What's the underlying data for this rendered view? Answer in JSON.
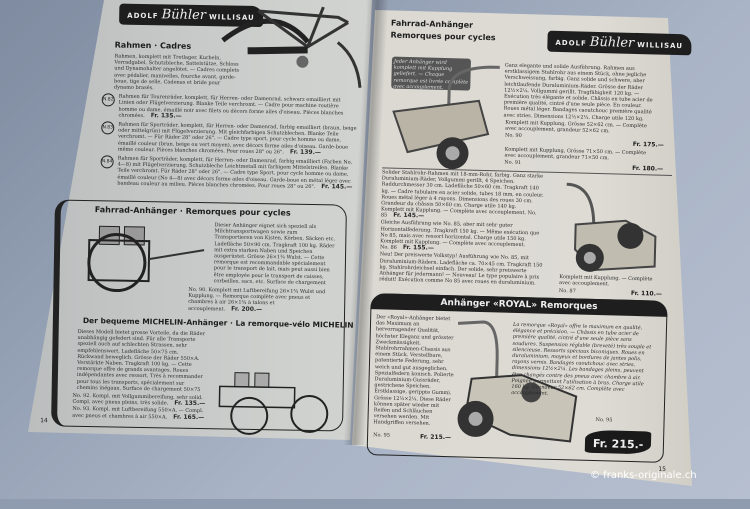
{
  "left_page": {
    "logo": {
      "pre": "ADOLF",
      "brand": "Bühler",
      "post": "WILLISAU"
    },
    "frames_section": {
      "title": "Rahmen · Cadres",
      "intro": "Rahmen, komplett mit Tretlager, Kurbeln, Vorradgabel, Schutzbleche, Sattelstütze, Schloss und Dynamohalter angelötet. — Cadres complets avec pédalier, manivelles, fourche avant, garde-boue, tige de selle, Cadenas et bride pour dynamo brasés.",
      "items": [
        {
          "no": "N.82",
          "text": "Rahmen für Tourenräder, komplett, für Herren- oder Damenrad, schwarz emailliert mit Linien oder Flügelverzierung. Blanke Teile verchromt. — Cadre pour machine routière homme ou dame, émaillé noir avec filets ou décors forme ailes d'oiseau. Pièces blanches chromées.",
          "price": "Fr. 135.—"
        },
        {
          "no": "N.83",
          "text": "Rahmen für Sporträder, komplett, für Herren- oder Damenrad, farbig emailliert (braun, beige oder mittelgrün) mit Flügelverzierung. Mit gleichfarbigen Schutzblechen. Blanke Teile verchromt. — Für Räder 28\" oder 26\". — Cadre type sport, pour cycle homme ou dame, émaillé couleur (brun, beige ou vert moyen), avec décors forme ailes d'oiseau. Garde-boue même couleur. Pièces blanches chromées. Pour roues 28\" ou 26\".",
          "price": "Fr. 139.—"
        },
        {
          "no": "N.84",
          "text": "Rahmen für Sporträder, komplett, für Herren- oder Damenrad, farbig emailliert (Farben No. 4—8) mit Flügelverzierung. Schutzbleche Leichtmetall mit farbigem Mittelstreifen. Blanke Teile verchromt. Für Räder 28\" oder 26\". — Cadre type Sport, pour cycle homme ou dame, émaillé couleur (No 4—8) avec décors forme ailes d'oiseau. Garde-boue en métal léger avec bandeau couleur au milieu. Pièces blanches chromées. Pour roues 28\" ou 26\".",
          "price": "Fr. 145.—"
        }
      ]
    },
    "trailer_box": {
      "title": "Fahrrad-Anhänger · Remorques pour cycles",
      "text": "Dieser Anhänger eignet sich speziell als Milchtransportwagen sowie zum Transportieren von Kisten, Körben, Säcken etc. Ladefläche 50×90 cm. Tragkraft 100 kg. Räder mit extra starken Naben und Speichen ausgerüstet. Grösse 26×1¾ Wulst. — Cette remorque est recommandable spécialement pour le transport de lait, mais peut aussi bien être employée pour le transport de caisses, corbeilles, sacs, etc. Surface de chargement 50×90 cm. Charge utile 100 kg. Moyeux renforcés. Rayons 2 mm. Grandeur des roues 26×1¾ à talons.",
      "order": "No. 90. Komplett mit Luftbereifung 26×1¾ Wulst und Kupplung. — Remorque complète avec pneus et chambres à air 26×1¾ à talons et accouplement.",
      "price": "Fr. 200.—"
    },
    "michelin_box": {
      "title_de": "Der bequeme MICHELIN-Anhänger",
      "title_fr": "La remorque-vélo MICHELIN",
      "text": "Dieses Modell bietet grosse Vorteile, da die Räder unabhängig gefedert sind. Für alle Transporte speziell auch auf schlechten Strassen, sehr empfehlenswert. Ladefläche 50×75 cm. Rückwand beweglich. Grösse der Räder 550×A. Verstärkte Naben. Tragkraft 100 kg. — Cette remorque offre de grands avantages. Roues indépendantes avec ressort. Très à recommander pour tous les transports, spécialement sur chemins inégaux. Surface de chargement 50×75 cm. Panneau arrière amovible et réglable. Roues, grandeur 550×A. Moyeux renforcés. Charge utile 100 kg.",
      "items": [
        {
          "text": "No. 92. Kompl. mit Vollgummibereifung, sehr solid. Compl. avec pneus pleins, très solide.",
          "price": "Fr. 135.—"
        },
        {
          "text": "No. 93. Kompl. mit Luftbereifung 550×A. — Compl. avec pneus et chambres à air 550×A.",
          "price": "Fr. 165.—"
        }
      ]
    },
    "page_number": "14"
  },
  "right_page": {
    "title_de": "Fahrrad-Anhänger",
    "title_fr": "Remorques pour cycles",
    "logo": {
      "pre": "ADOLF",
      "brand": "Bühler",
      "post": "WILLISAU"
    },
    "note": "Jeder Anhänger wird komplett mit Kupplung geliefert. — Chaque remorque est livrée complète avec accouplement.",
    "model_top": {
      "text": "Ganz elegante und solide Ausführung. Rahmen aus erstklassigem Stahlrohr aus einem Stück, ohne jegliche Verschweissung, farbig. Ganz solide und schwere, aber leichtlaufende Duraluminium-Räder. Grösse der Räder 12½×2¼. Vollgummi gerillt. Tragfähigkeit 120 kg. — Exécution très élégante et solide. Châssis en tube acier de première qualité, cintré d'une seule pièce. En couleur. Roues métal léger. Bandages caoutchouc première qualité avec stries. Dimensions 12½×2¼. Charge utile 120 kg.",
      "items": [
        {
          "text": "Komplett mit Kupplung, Grösse 52×62 cm. — Complète avec accouplement, grandeur 52×62 cm.",
          "no": "No. 90",
          "price": "Fr. 175.—"
        },
        {
          "text": "Komplett mit Kupplung, Grösse 71×50 cm. — Complète avec accouplement, grandeur 71×50 cm.",
          "no": "No. 91",
          "price": "Fr. 180.—"
        }
      ]
    },
    "model_mid": {
      "text": "Solider Stahlrohr-Rahmen mit 18-mm-Rohr, farbig. Ganz starke Duraluminium-Räder, Vollgummi gerillt, 4 Speichen. Raddurchmesser 30 cm. Ladefläche 50×60 cm. Tragkraft 140 kg. — Cadre tubulaire en acier solide, tubes 18 mm, en couleur. Roues métal léger à 4 rayons. Dimensions des roues 30 cm. Grandeur du châssis 50×60 cm. Charge utile 140 kg.",
      "items": [
        {
          "text": "Komplett mit Kupplung. — Complète avec accouplement.",
          "no": "No. 85",
          "price": "Fr. 145.—"
        },
        {
          "text": "Gleiche Ausführung wie No. 85, aber mit sehr guter Horizontalfederung. Tragkraft 150 kg. — Même exécution que No 85, mais avec ressort horizontal. Charge utile 150 kg. Komplett mit Kupplung. — Complète avec accouplement.",
          "no": "No. 86",
          "price": "Fr. 155.—"
        },
        {
          "text": "Neu! Der preiswerte Volkstyp! Ausführung wie No. 85, mit Duraluminium-Rädern. Ladefläche ca. 70×45 cm. Tragkraft 150 kg. Stahlrohrdeichsel einfach. Der solide, sehr preiswerte Anhänger für jedermann! — Nouveau! Le type populaire à prix réduit! Exécution comme No 85 avec roues en duraluminium. Dimensions du fond env. 70×45 cm. Charge utile 150 kg. Timon simple, tubes renforcés. Une remorque très solide et avantageuse pour chacun!",
          "no": "No. 87",
          "caption": "Komplett mit Kupplung. — Complète avec accouplement.",
          "price": "Fr. 110.—"
        }
      ]
    },
    "royal": {
      "banner": "Anhänger «ROYAL» Remorques",
      "text_de": "Der «Royal»-Anhänger bietet das Maximum an hervorragender Qualität, höchster Eleganz und grösster Zweckmässigkeit. Stahlrohrrahmen-Chassis aus einem Stück. Verstellbare, patentierte Federung, sehr weich und gut ausgeglichen. Spezialfedern konisch. Polierte Duraluminium-Gussräder, gestrichene Speichen. Erstklassige, gerippte Gummi. Grösse 12½×2¼. Diese Räder können später wieder mit Reifen und Schläuchen versehen werden. Mit Handgriffen versehen. Tragfähigkeit 160 kg. Grösse 52×62 cm. Komplett mit Kupplung.",
      "no_de": "No. 95",
      "price_de": "Fr. 215.—",
      "text_fr": "La remorque «Royal» offre le maximum en qualité, élégance et précision. — Châssis en tube acier de première qualité, cintré d'une seule pièce sans soudures. Suspension réglable (breveté) très souple et silencieuse. Ressorts spéciaux biconiques. Roues en duraluminium, moyeux et bordures de jantes polis, rayons vernis. Bandages caoutchouc avec stries, dimensions 12½×2¼. Les bandages pleins, peuvent être changés contre des pneus avec chambre à air. Poignée permettant l'utilisation à bras. Charge utile 160 kg. Grandeur 52×62 cm. Complète avec accouplement.",
      "no_fr": "No. 95",
      "big_price": "Fr. 215.-"
    },
    "page_number": "15"
  },
  "watermark": "© franks-originale.ch"
}
